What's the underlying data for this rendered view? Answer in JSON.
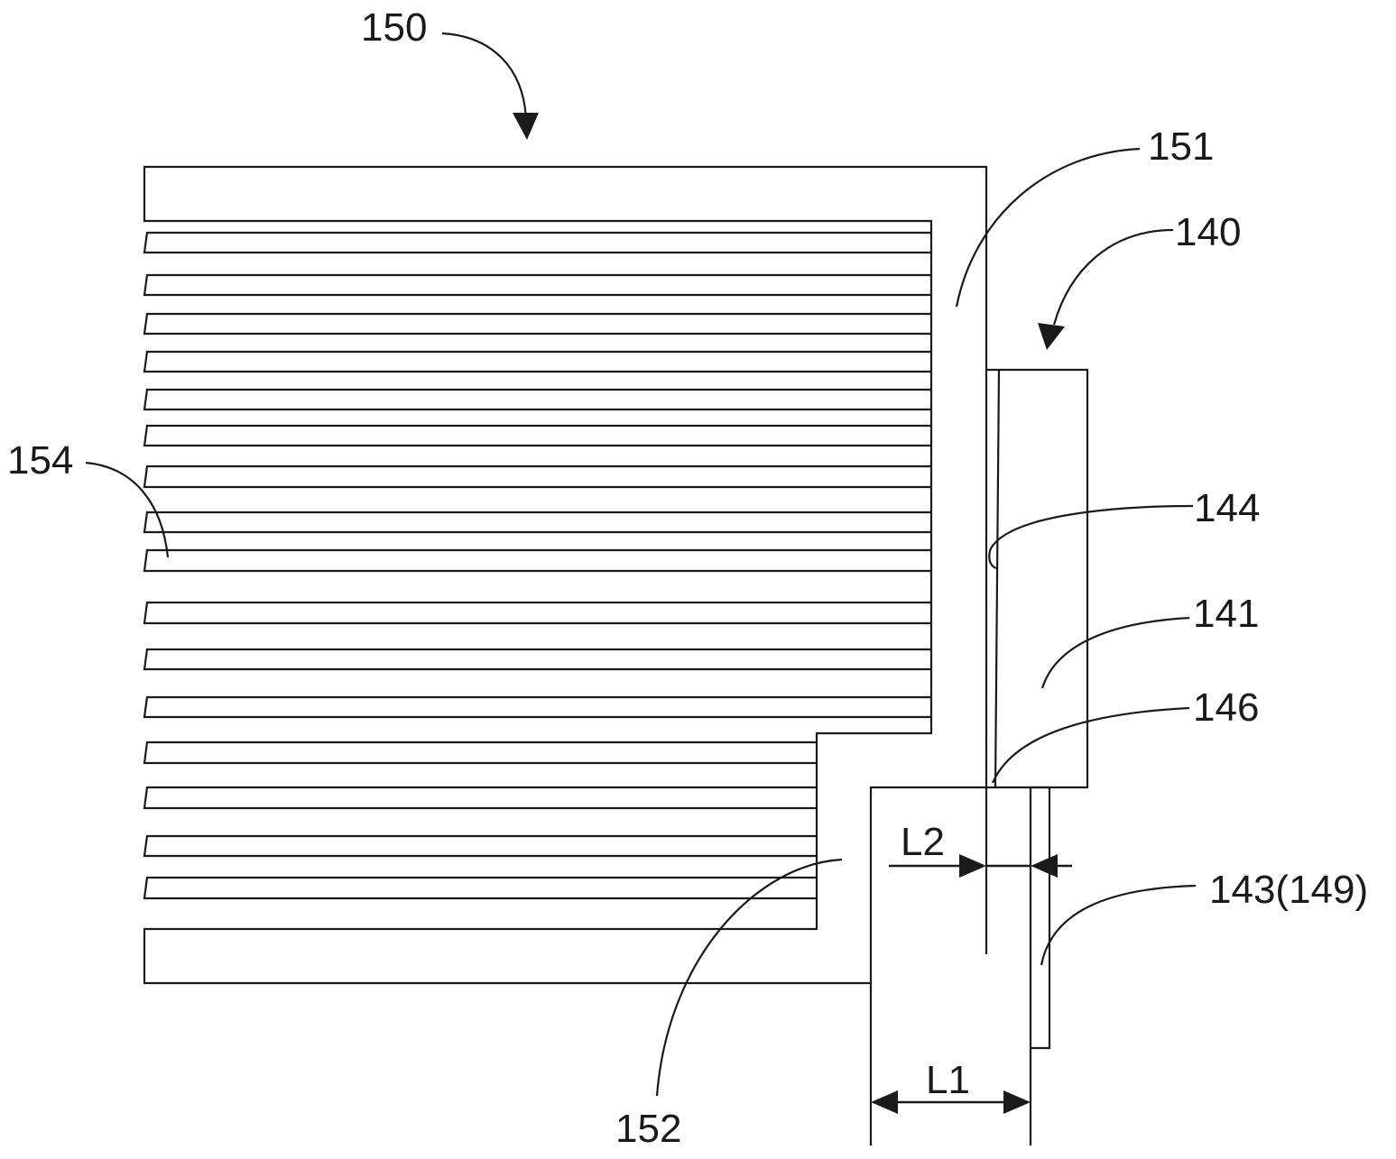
{
  "labels": {
    "l150": "150",
    "l151": "151",
    "l140": "140",
    "l154": "154",
    "l144": "144",
    "l141": "141",
    "l146": "146",
    "l143": "143(149)",
    "l152": "152",
    "dimL2": "L2",
    "dimL1": "L1"
  },
  "colors": {
    "stroke": "#1a1a1a",
    "background": "#ffffff"
  }
}
